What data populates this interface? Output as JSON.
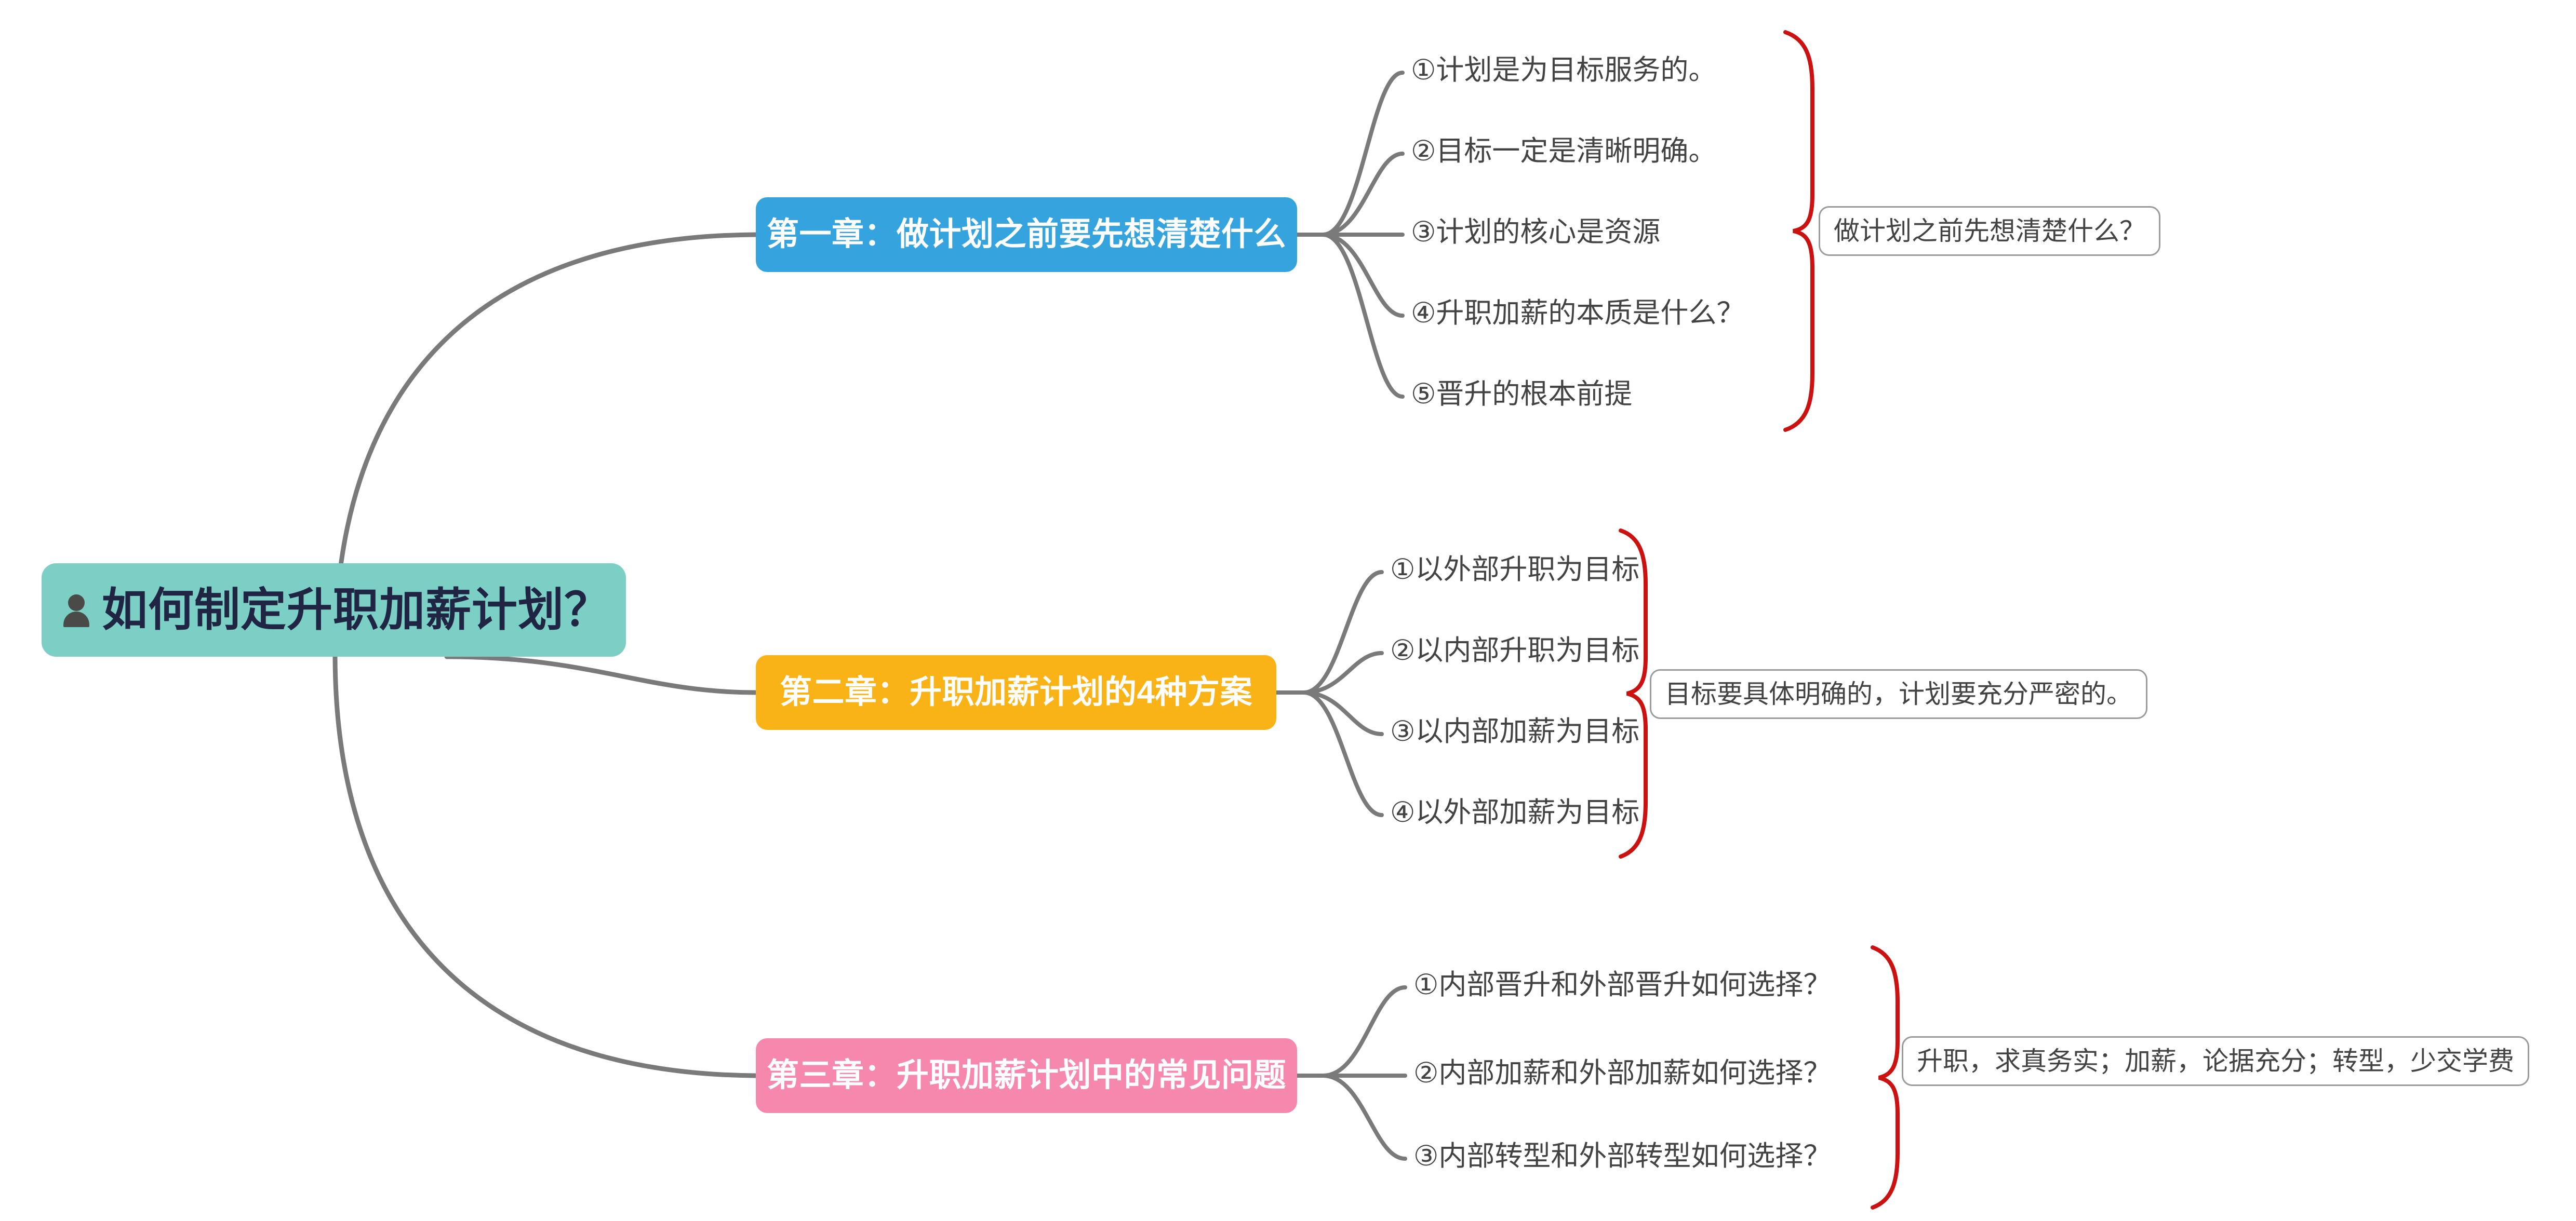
{
  "root": {
    "icon": "person-icon",
    "label": "如何制定升职加薪计划？",
    "color": "#7CCFC5",
    "text_color": "#1F2542"
  },
  "colors": {
    "branch_line": "#7A7A7A",
    "brace": "#CC1111",
    "leaf_text": "#434343",
    "summary_border": "#9B9B9B",
    "background": "#FFFFFF"
  },
  "chapters": [
    {
      "label": "第一章：做计划之前要先想清楚什么",
      "color": "#35A4DE",
      "items": [
        "①计划是为目标服务的。",
        "②目标一定是清晰明确。",
        "③计划的核心是资源",
        "④升职加薪的本质是什么？",
        "⑤晋升的根本前提"
      ],
      "summary": "做计划之前先想清楚什么？"
    },
    {
      "label": "第二章：升职加薪计划的4种方案",
      "color": "#FAB316",
      "items": [
        "①以外部升职为目标",
        "②以内部升职为目标",
        "③以内部加薪为目标",
        "④以外部加薪为目标"
      ],
      "summary": "目标要具体明确的，计划要充分严密的。"
    },
    {
      "label": "第三章：升职加薪计划中的常见问题",
      "color": "#F588AC",
      "items": [
        "①内部晋升和外部晋升如何选择？",
        "②内部加薪和外部加薪如何选择？",
        "③内部转型和外部转型如何选择？"
      ],
      "summary": "升职，求真务实；加薪，论据充分；转型，少交学费"
    }
  ]
}
